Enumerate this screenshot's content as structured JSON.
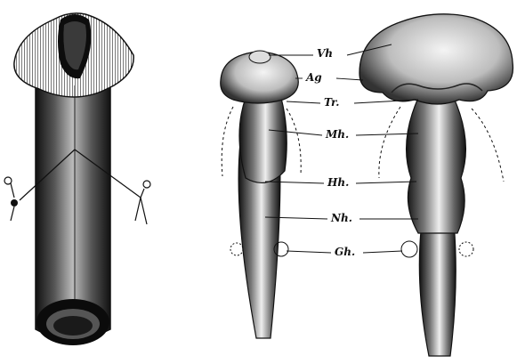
{
  "figure": {
    "labels": {
      "vh": "Vh",
      "ag": "Ag",
      "tr": "Tr.",
      "mh": "Mh.",
      "hh": "Hh.",
      "nh": "Nh.",
      "gh": "Gh."
    },
    "colors": {
      "ink": "#111111",
      "paper": "#ffffff",
      "shade": "#2a2a2a"
    }
  }
}
